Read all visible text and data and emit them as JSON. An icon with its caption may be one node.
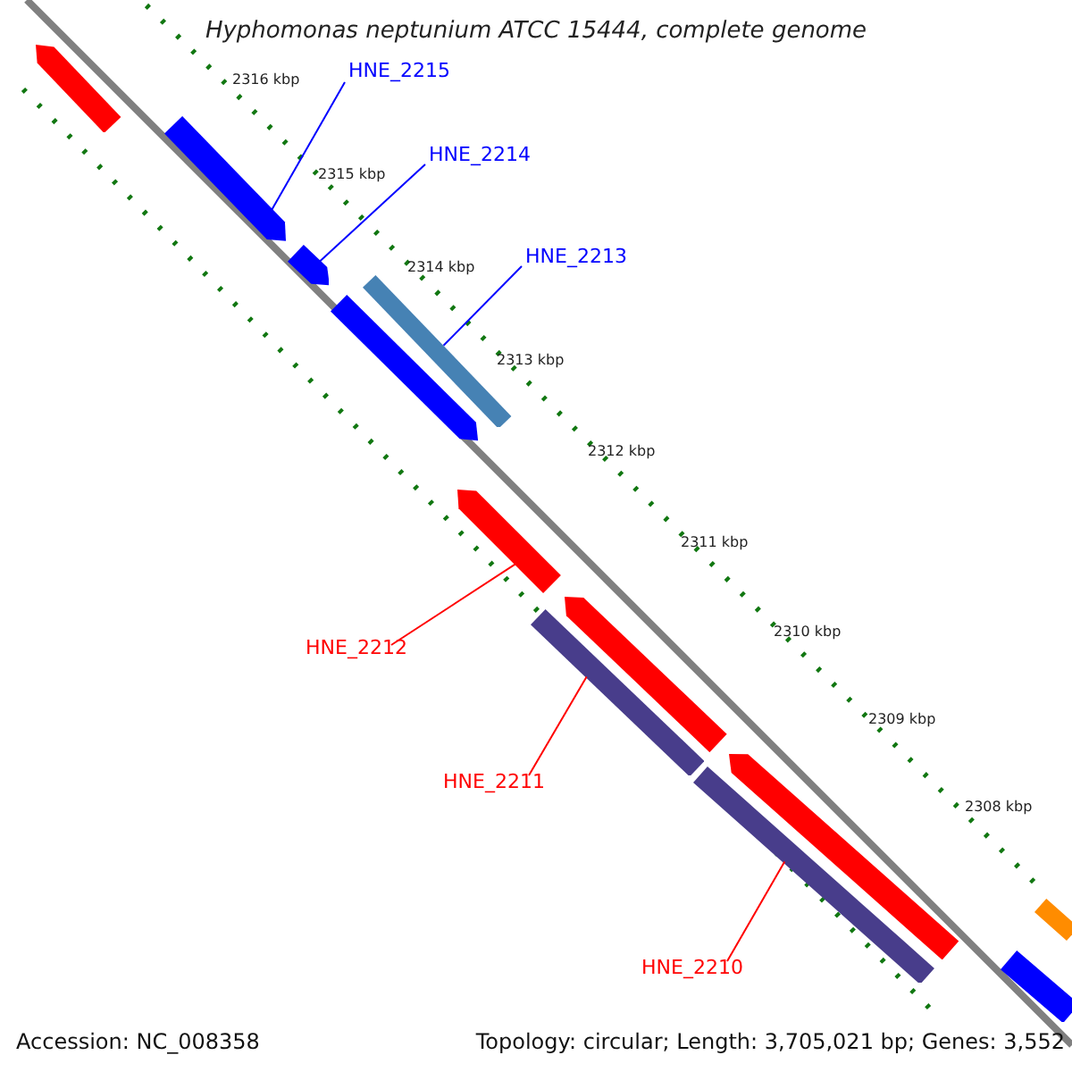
{
  "diagram": {
    "title": "Hyphomonas neptunium ATCC 15444, complete genome",
    "nodes": [
      {
        "text": [
          "HNE_2215"
        ]
      },
      {
        "text": [
          "HNE_2214"
        ]
      },
      {
        "text": [
          "HNE_2213"
        ]
      },
      {
        "text": [
          "HNE_2212"
        ]
      },
      {
        "text": [
          "HNE_2211"
        ]
      },
      {
        "text": [
          "HNE_2210"
        ]
      },
      {
        "text": [],
        "shape": "arrow"
      },
      {
        "text": [],
        "shape": "arrow"
      },
      {
        "text": [],
        "shape": "arrow"
      },
      {
        "text": [],
        "shape": "arrow"
      },
      {
        "text": [],
        "shape": "bar"
      },
      {
        "text": [],
        "shape": "arrow"
      },
      {
        "text": [],
        "shape": "bar"
      },
      {
        "text": [],
        "shape": "arrow"
      },
      {
        "text": [],
        "shape": "bar"
      },
      {
        "text": [],
        "shape": "arrow"
      },
      {
        "text": [],
        "shape": "bar"
      },
      {
        "text": [],
        "shape": "bar"
      }
    ],
    "edges": [
      {
        "from": 0,
        "to": 7,
        "arrow": "none",
        "color": "#0000ff"
      },
      {
        "from": 1,
        "to": 8,
        "arrow": "none",
        "color": "#0000ff"
      },
      {
        "from": 2,
        "to": 10,
        "arrow": "none",
        "color": "#0000ff"
      },
      {
        "from": 3,
        "to": 11,
        "arrow": "none",
        "color": "#ff0000"
      },
      {
        "from": 4,
        "to": 12,
        "arrow": "none",
        "color": "#ff0000"
      },
      {
        "from": 5,
        "to": 14,
        "arrow": "none",
        "color": "#ff0000"
      }
    ],
    "labels": [
      "2316 kbp",
      "2315 kbp",
      "2314 kbp",
      "2313 kbp",
      "2312 kbp",
      "2311 kbp",
      "2310 kbp",
      "2309 kbp",
      "2308 kbp",
      "Accession: NC_008358",
      "Topology: circular; Length: 3,705,021 bp; Genes: 3,552"
    ]
  }
}
